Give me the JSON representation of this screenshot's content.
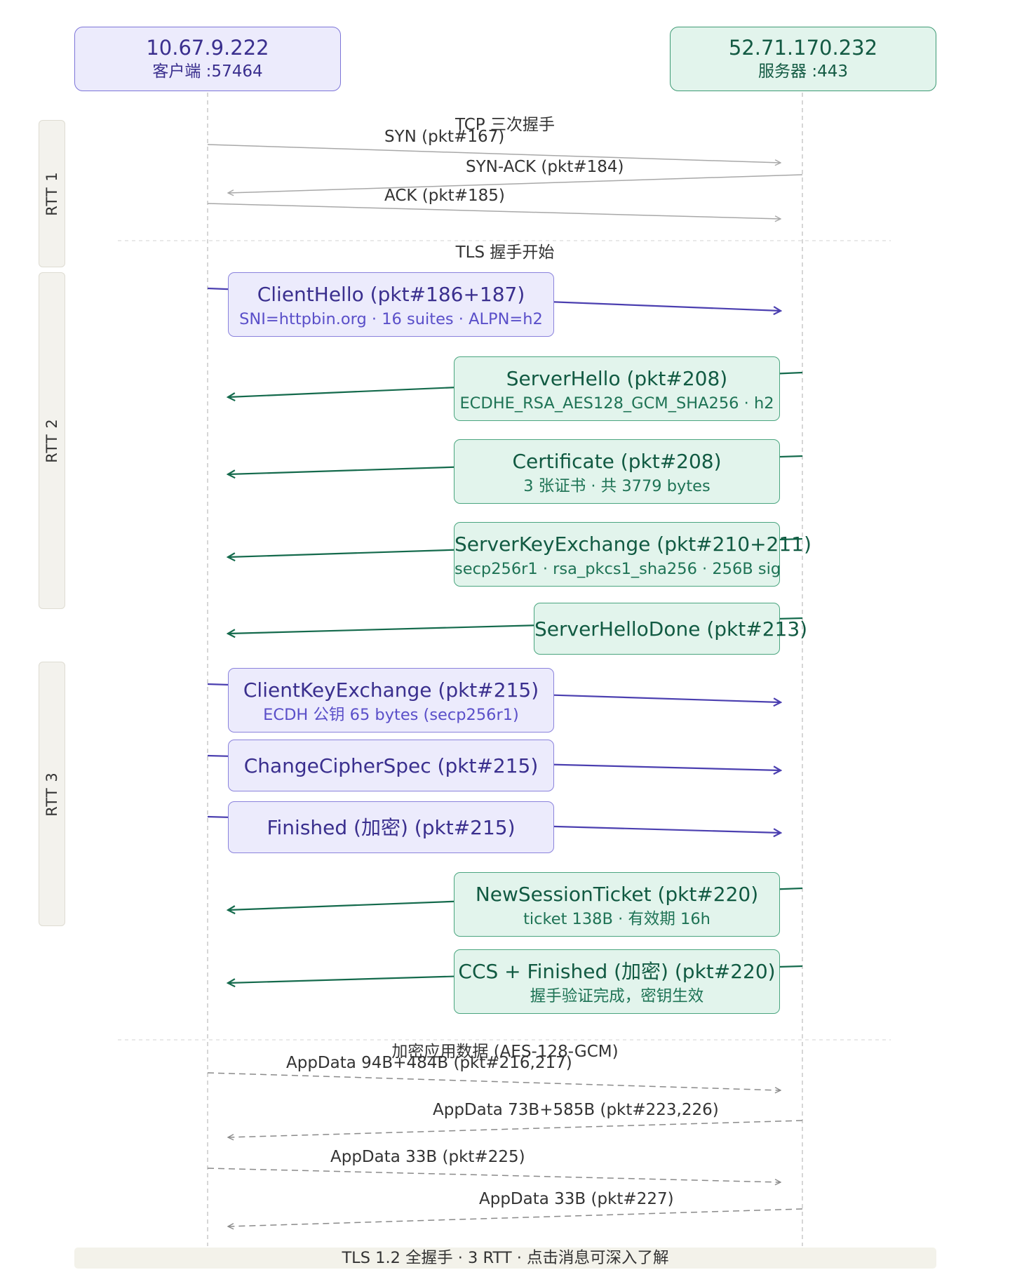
{
  "client": {
    "ip": "10.67.9.222",
    "role": "客户端 :57464"
  },
  "server": {
    "ip": "52.71.170.232",
    "role": "服务器 :443"
  },
  "rtt_labels": [
    "RTT 1",
    "RTT 2",
    "RTT 3"
  ],
  "sections": {
    "tcp": "TCP 三次握手",
    "tls": "TLS 握手开始",
    "appdata": "加密应用数据 (AES-128-GCM)"
  },
  "tcp_messages": [
    {
      "label": "SYN (pkt#167)",
      "direction": "to-server"
    },
    {
      "label": "SYN-ACK (pkt#184)",
      "direction": "to-client"
    },
    {
      "label": "ACK (pkt#185)",
      "direction": "to-server"
    }
  ],
  "tls_messages": [
    {
      "title": "ClientHello (pkt#186+187)",
      "sub": "SNI=httpbin.org · 16 suites · ALPN=h2",
      "direction": "to-server"
    },
    {
      "title": "ServerHello (pkt#208)",
      "sub": "ECDHE_RSA_AES128_GCM_SHA256 · h2",
      "direction": "to-client"
    },
    {
      "title": "Certificate (pkt#208)",
      "sub": "3 张证书 · 共 3779 bytes",
      "direction": "to-client"
    },
    {
      "title": "ServerKeyExchange (pkt#210+211)",
      "sub": "secp256r1 · rsa_pkcs1_sha256 · 256B sig",
      "direction": "to-client"
    },
    {
      "title": "ServerHelloDone (pkt#213)",
      "sub": "",
      "direction": "to-client"
    },
    {
      "title": "ClientKeyExchange (pkt#215)",
      "sub": "ECDH 公钥 65 bytes (secp256r1)",
      "direction": "to-server"
    },
    {
      "title": "ChangeCipherSpec (pkt#215)",
      "sub": "",
      "direction": "to-server"
    },
    {
      "title": "Finished (加密) (pkt#215)",
      "sub": "",
      "direction": "to-server"
    },
    {
      "title": "NewSessionTicket (pkt#220)",
      "sub": "ticket 138B · 有效期 16h",
      "direction": "to-client"
    },
    {
      "title": "CCS + Finished (加密) (pkt#220)",
      "sub": "握手验证完成，密钥生效",
      "direction": "to-client"
    }
  ],
  "app_messages": [
    {
      "label": "AppData 94B+484B (pkt#216,217)",
      "direction": "to-server"
    },
    {
      "label": "AppData 73B+585B (pkt#223,226)",
      "direction": "to-client"
    },
    {
      "label": "AppData 33B (pkt#225)",
      "direction": "to-server"
    },
    {
      "label": "AppData 33B (pkt#227)",
      "direction": "to-client"
    }
  ],
  "footer": "TLS 1.2 全握手 · 3 RTT · 点击消息可深入了解",
  "colors": {
    "client": "#4b3fb0",
    "server": "#146a4c",
    "plain": "#a8a8a8"
  }
}
